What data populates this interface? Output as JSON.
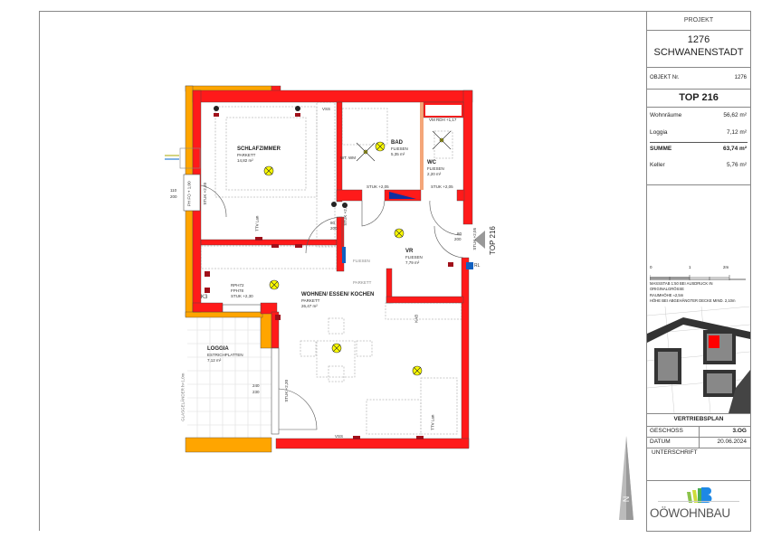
{
  "panel": {
    "project_label": "PROJEKT",
    "project_number": "1276",
    "project_name": "SCHWANENSTADT",
    "object_label": "OBJEKT Nr.",
    "object_number": "1276",
    "unit": "TOP 216",
    "areas": [
      {
        "label": "Wohnräume",
        "value": "56,62 m²"
      },
      {
        "label": "Loggia",
        "value": "7,12 m²"
      },
      {
        "label": "SUMME",
        "value": "63,74 m²"
      },
      {
        "label": "Keller",
        "value": "5,76 m²"
      }
    ],
    "scale": {
      "ticks": [
        "0",
        "1",
        "2m"
      ],
      "line1": "MASSSTAB 1:50 BEI AUSDRUCK IN",
      "line2": "ORIGINALGRÖSSE",
      "line3": "RAUMHÖHE ≈2,5m",
      "line4": "HÖHE BEI ABGEHÄNGTER DECKE MIND. 2,10m"
    },
    "plan_type": "VERTRIEBSPLAN",
    "floor_label": "GESCHOSS",
    "floor_value": "3.OG",
    "date_label": "DATUM",
    "date_value": "20.06.2024",
    "signature_label": "UNTERSCHRIFT",
    "logo_text": "OÖWOHNBAU"
  },
  "rooms": [
    {
      "name": "SCHLAFZIMMER",
      "floor": "PARKETT",
      "area": "14,82 m²"
    },
    {
      "name": "BAD",
      "floor": "FLIESEN",
      "area": "5,35 m²"
    },
    {
      "name": "WC",
      "floor": "FLIESEN",
      "area": "2,20 m²"
    },
    {
      "name": "VR",
      "floor": "FLIESEN",
      "area": "7,79 m²"
    },
    {
      "name": "WOHNEN/ ESSEN/ KOCHEN",
      "floor": "PARKETT",
      "area": "26,47 m²"
    },
    {
      "name": "LOGGIA",
      "floor": "ESTRICHPLATTEN",
      "area": "7,12 m²"
    }
  ],
  "annotations": {
    "vss_top": "VSS",
    "vss_bottom": "VSS",
    "wt_wm": "WT. WM",
    "stuk_bad": "STUK +2,05",
    "stuk_wc": "STUK +2,05",
    "vm_rdh": "VM RDH +1,17",
    "fliesen": "FLIESEN",
    "parkett": "PARKETT",
    "k3": "K3",
    "rph": "RPH72",
    "fph": "FPH78",
    "stuk_window": "STUK +2,30",
    "win_dim_top": "110",
    "win_dim_bottom": "200",
    "bed_win": "PH FO + 1,00",
    "bed_stuk": "STUK +2,30",
    "door_bed_top": "80",
    "door_bed_bottom": "200",
    "door_entry_top": "80",
    "door_entry_bottom": "200",
    "stuk_entry": "STUK +2,05",
    "stuk_bed_door": "STUK +2,05",
    "loggia_door_top": "240",
    "loggia_door_bottom": "230",
    "stuk_loggia": "STUK +2,30",
    "glass_rail": "GLASGELÄNDER h=1,0m",
    "ttv_bed": "TTV Lan",
    "ttv_living": "TTV Lan",
    "kab": "KAB",
    "top_marker": "TOP 216",
    "rl": "RL"
  },
  "colors": {
    "wall": "#ff1a1a",
    "exterior_wall": "#ffa500",
    "fixture": "#ffff00",
    "outlet": "#a0101a"
  }
}
